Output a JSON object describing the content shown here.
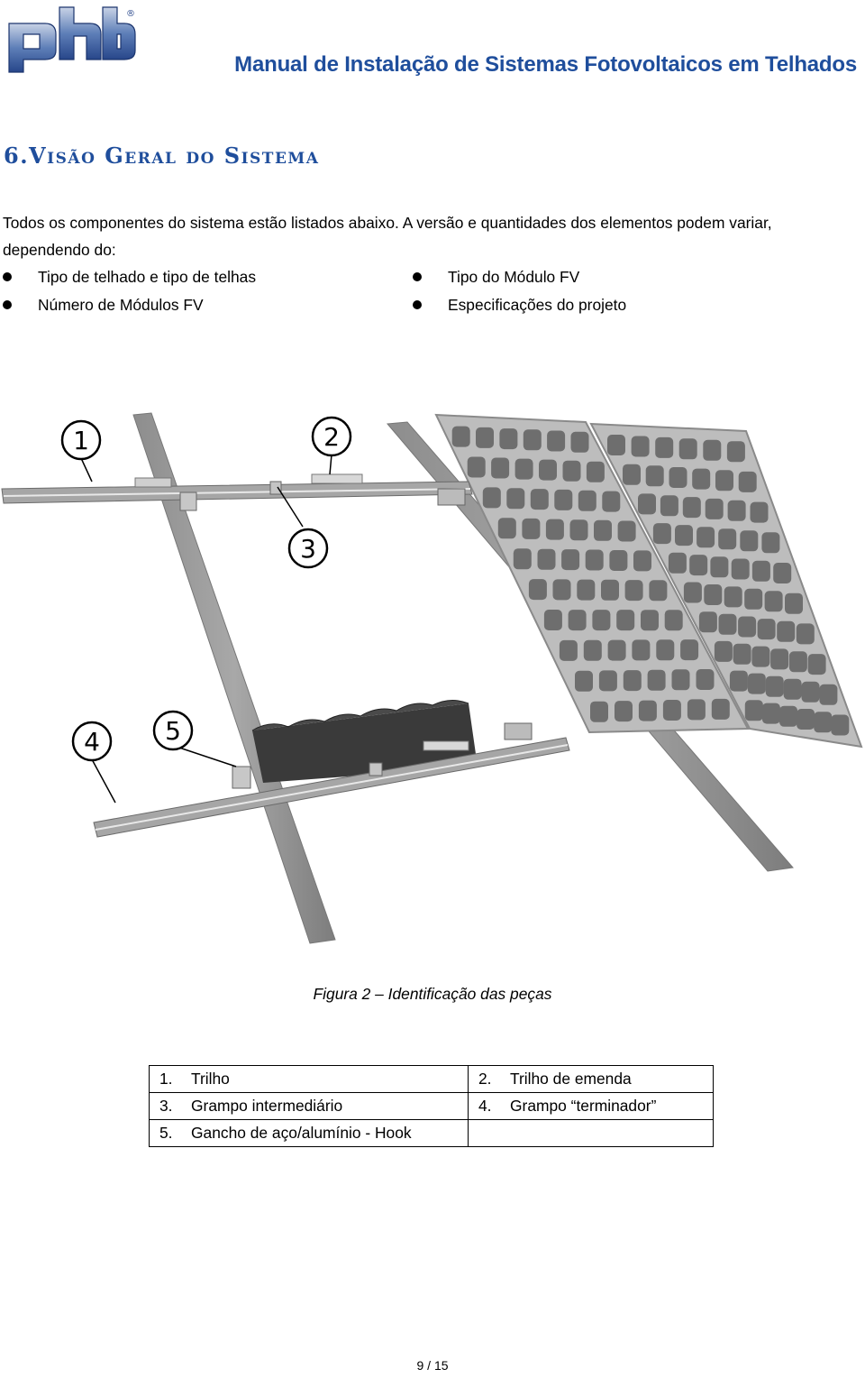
{
  "header": {
    "logo_text": "phb",
    "logo_mark": "®",
    "doc_title": "Manual de Instalação de Sistemas Fotovoltaicos em Telhados"
  },
  "section": {
    "heading": "6.Visão Geral do Sistema"
  },
  "intro": {
    "paragraph": "Todos os componentes do sistema estão listados abaixo. A versão e quantidades dos elementos podem variar, dependendo do:"
  },
  "bullets": [
    "Tipo de telhado e tipo de telhas",
    "Tipo do Módulo FV",
    "Número de Módulos FV",
    "Especificações do projeto"
  ],
  "figure": {
    "callouts": [
      "1",
      "2",
      "3",
      "4",
      "5"
    ],
    "caption": "Figura 2 – Identificação das peças"
  },
  "parts_table": {
    "rows": [
      [
        {
          "num": "1.",
          "label": "Trilho"
        },
        {
          "num": "2.",
          "label": "Trilho de emenda"
        }
      ],
      [
        {
          "num": "3.",
          "label": "Grampo intermediário"
        },
        {
          "num": "4.",
          "label": "Grampo “terminador”"
        }
      ],
      [
        {
          "num": "5.",
          "label": "Gancho de aço/alumínio - Hook"
        },
        {
          "num": "",
          "label": ""
        }
      ]
    ]
  },
  "footer": {
    "page_number": "9 / 15"
  },
  "colors": {
    "brand_blue": "#1f4e9c",
    "panel_cell": "#6e6e6e",
    "rail": "#9c9c9c"
  }
}
